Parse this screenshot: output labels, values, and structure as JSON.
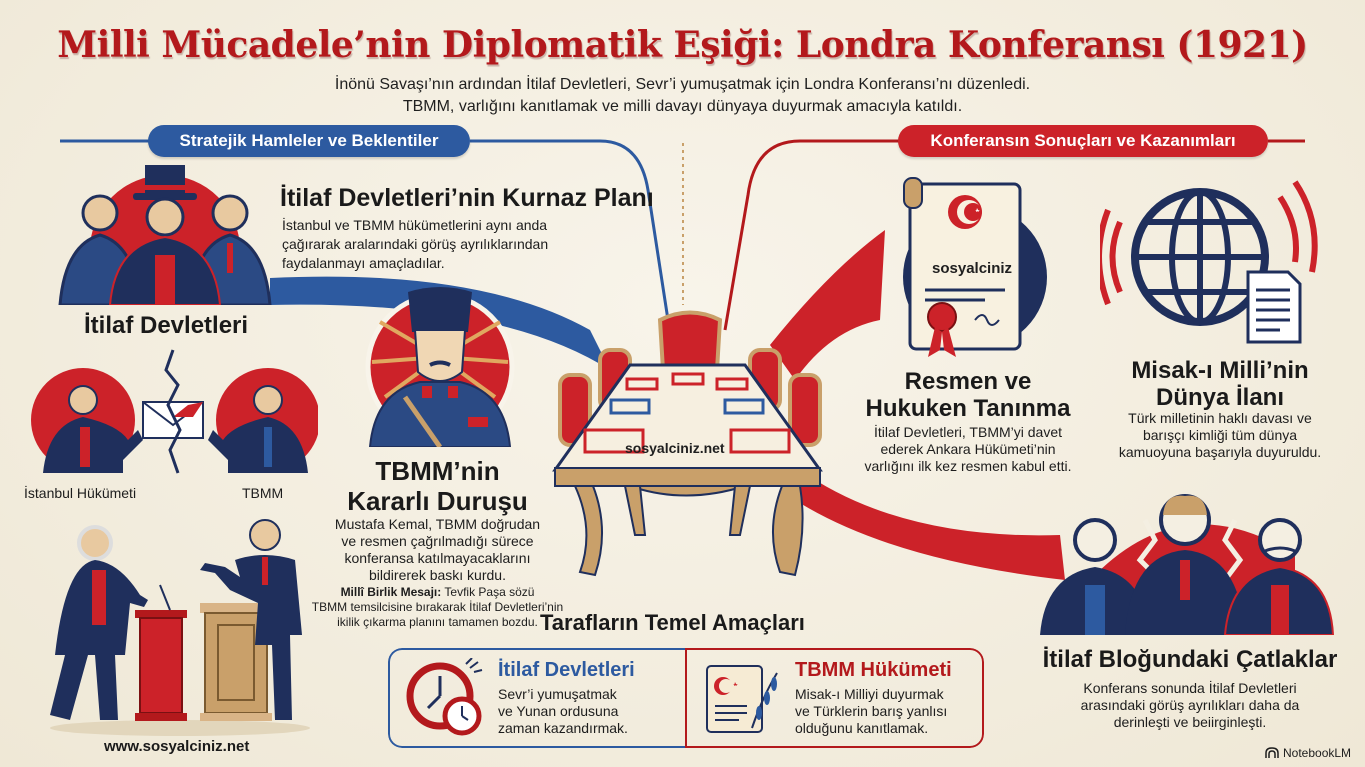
{
  "header": {
    "title": "Milli Mücadele’nin Diplomatik Eşiği: Londra Konferansı (1921)",
    "subtitle_line1": "İnönü Savaşı’nın ardından İtilaf Devletleri, Sevr’i yumuşatmak için Londra Konferansı’nı düzenledi.",
    "subtitle_line2": "TBMM, varlığını kanıtlamak ve milli davayı dünyaya duyurmak amacıyla katıldı."
  },
  "left_section": {
    "label": "Stratejik Hamleler ve Beklentiler",
    "plan": {
      "title": "İtilaf Devletleri’nin Kurnaz Planı",
      "text_line1": "İstanbul ve TBMM hükümetlerini aynı anda",
      "text_line2": "çağırarak aralarındaki görüş ayrılıklarından",
      "text_line3": "faydalanmayı amaçladılar."
    },
    "allies_caption": "İtilaf Devletleri",
    "istanbul_label": "İstanbul Hükümeti",
    "tbmm_label": "TBMM",
    "stance": {
      "title_line1": "TBMM’nin",
      "title_line2": "Kararlı Duruşu",
      "text_line1": "Mustafa Kemal, TBMM doğrudan",
      "text_line2": "ve resmen çağrılmadığı sürece",
      "text_line3": "konferansa katılmayacaklarını",
      "text_line4": "bildirerek baskı kurdu.",
      "unity_label": "Millî Birlik Mesajı:",
      "unity_text_line1": "Tevfik Paşa sözü",
      "unity_text_line2": "TBMM temsilcisine bırakarak İtilaf Devletleri’nin",
      "unity_text_line3": "ikilik çıkarma planını tamamen bozdu."
    },
    "website": "www.sosyalciniz.net"
  },
  "center": {
    "table_watermark": "sosyalciniz.net",
    "goals_title": "Tarafların Temel Amaçları",
    "goals": [
      {
        "title": "İtilaf Devletleri",
        "line1": "Sevr’i yumuşatmak",
        "line2": "ve Yunan ordusuna",
        "line3": "zaman kazandırmak.",
        "color": "#2d5aa0"
      },
      {
        "title": "TBMM Hükümeti",
        "line1": "Misak-ı Milliyi duyurmak",
        "line2": "ve Türklerin barış yanlısı",
        "line3": "olduğunu kanıtlamak.",
        "color": "#b3191c"
      }
    ]
  },
  "right_section": {
    "label": "Konferansın Sonuçları ve Kazanımları",
    "scroll_watermark": "sosyalciniz",
    "recognition": {
      "title_line1": "Resmen ve",
      "title_line2": "Hukuken Tanınma",
      "text_line1": "İtilaf Devletleri, TBMM’yi davet",
      "text_line2": "ederek Ankara Hükümeti’nin",
      "text_line3": "varlığını ilk kez resmen kabul etti."
    },
    "announcement": {
      "title_line1": "Misak-ı Milli’nin",
      "title_line2": "Dünya İlanı",
      "text_line1": "Türk milletinin haklı davası ve",
      "text_line2": "barışçı kimliği tüm dünya",
      "text_line3": "kamuoyuna başarıyla duyuruldu."
    },
    "cracks": {
      "title": "İtilaf Bloğundaki Çatlaklar",
      "text_line1": "Konferans sonunda İtilaf Devletleri",
      "text_line2": "arasındaki görüş ayrılıkları daha da",
      "text_line3": "derinleşti ve beiirginleşti."
    }
  },
  "footer": {
    "brand": "NotebookLM"
  },
  "colors": {
    "title_red": "#b3191c",
    "navy": "#1f2f5c",
    "blue": "#2d5aa0",
    "red": "#cc2229",
    "tan": "#c9a06a",
    "background": "#f4efe2"
  }
}
